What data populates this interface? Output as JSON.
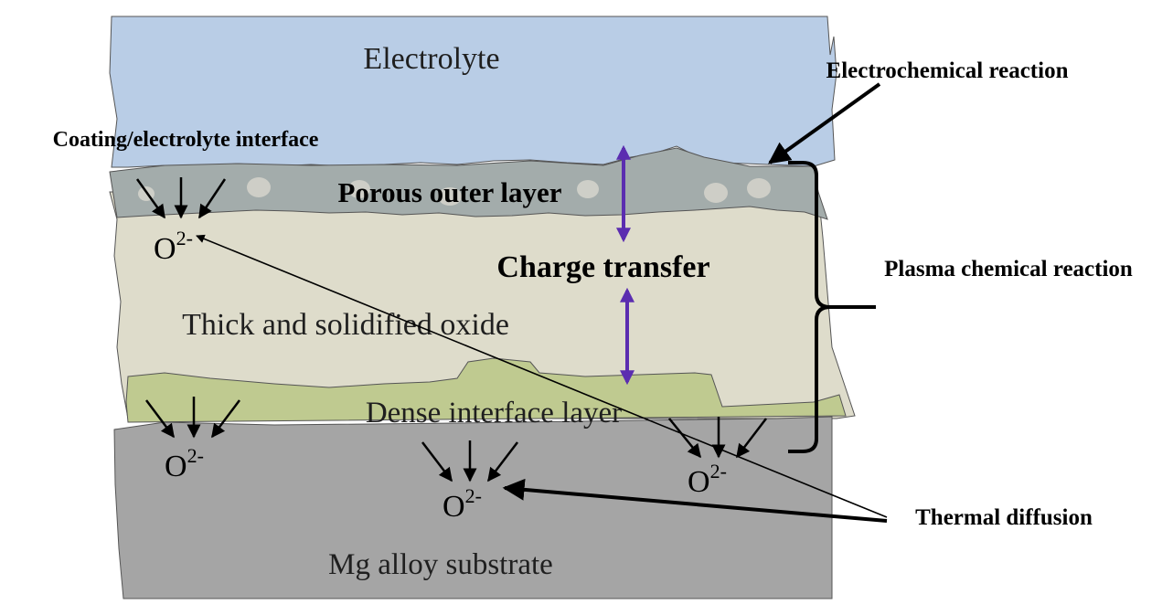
{
  "layers": {
    "electrolyte": "Electrolyte",
    "porous_outer": "Porous outer layer",
    "charge_transfer": "Charge transfer",
    "thick_oxide": "Thick and solidified oxide",
    "dense_interface": "Dense interface layer",
    "substrate": "Mg alloy substrate"
  },
  "callouts": {
    "electrochemical_reaction": "Electrochemical reaction",
    "coating_interface": "Coating/electrolyte interface",
    "plasma_chemical_reaction": "Plasma chemical reaction",
    "thermal_diffusion": "Thermal diffusion"
  },
  "ion": {
    "symbol": "O",
    "charge": "2-"
  },
  "colors": {
    "electrolyte": "#b9cde6",
    "porous_layer": "#a3acab",
    "oxide": "#dedccb",
    "dense_layer": "#bfca90",
    "substrate": "#a5a5a5",
    "charge_arrow": "#5b2db0"
  }
}
